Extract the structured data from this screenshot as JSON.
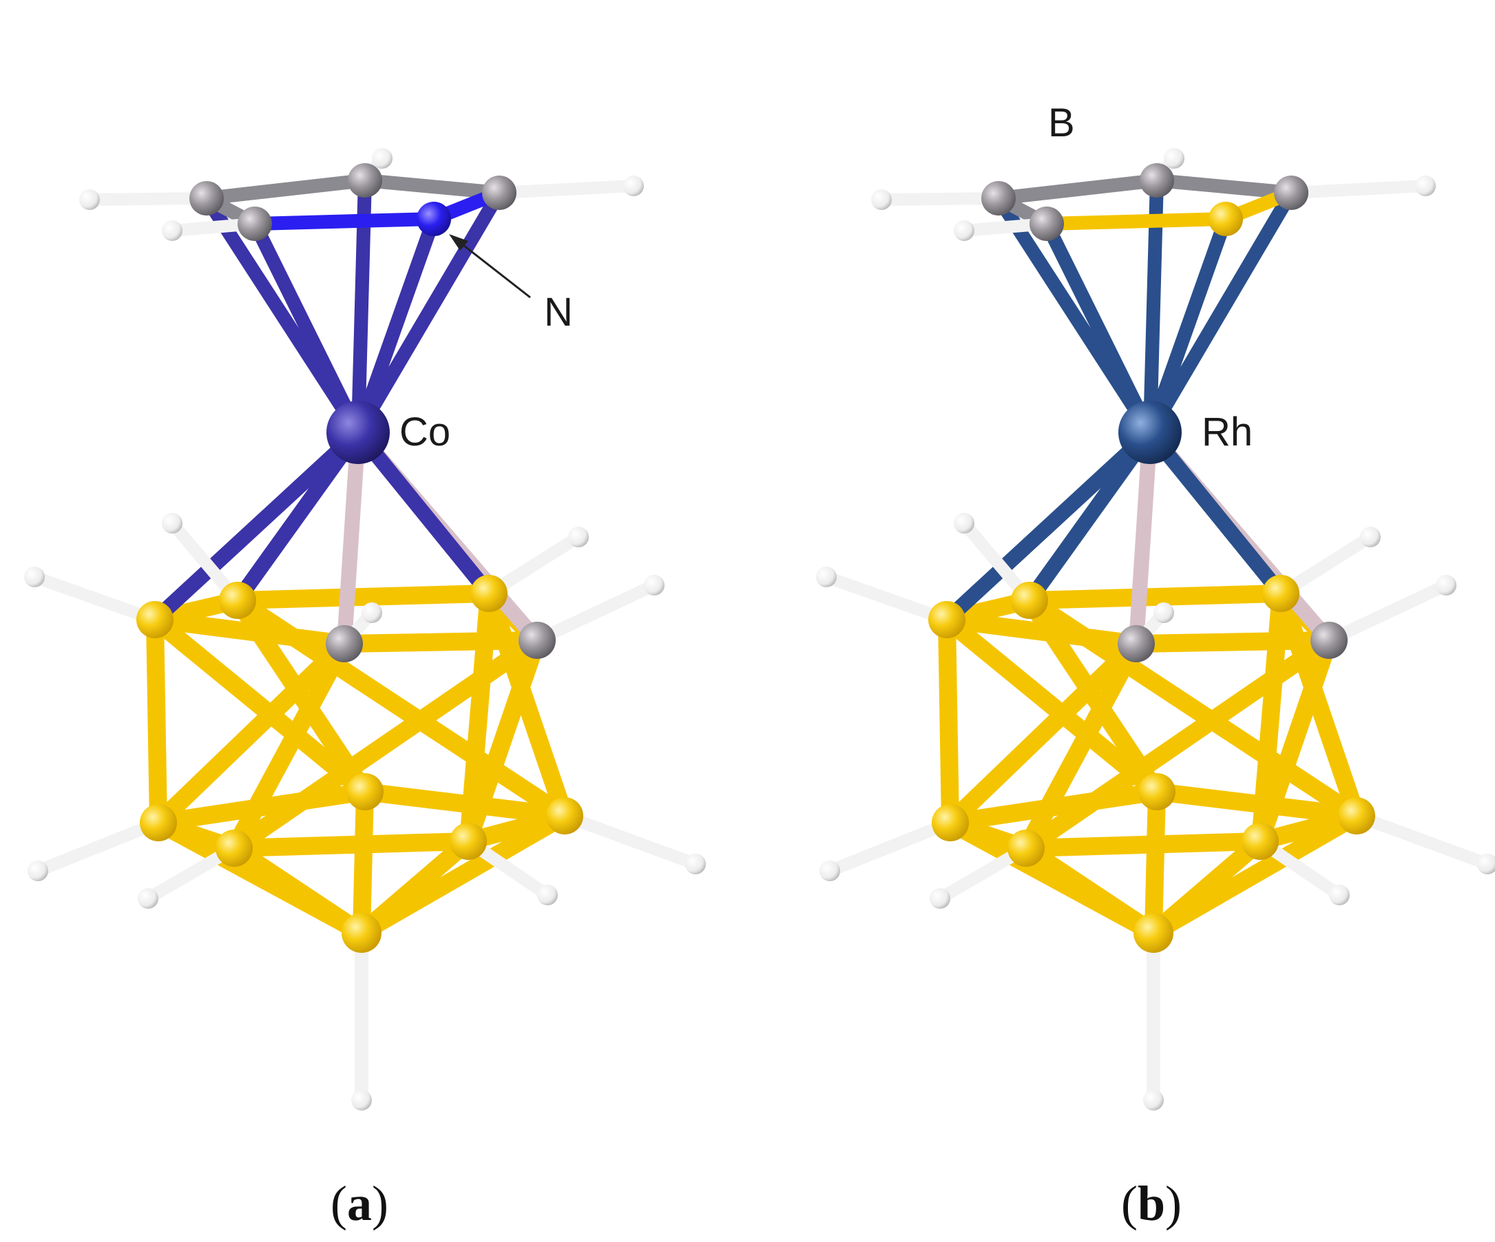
{
  "figure": {
    "panels": [
      {
        "id": "a",
        "caption_open": "(",
        "caption_letter": "a",
        "caption_close": ")",
        "metal_label": "Co",
        "hetero_label": "N",
        "metal_color": "#3b33a8",
        "hetero_color": "#2a1ff0"
      },
      {
        "id": "b",
        "caption_open": "(",
        "caption_letter": "b",
        "caption_close": ")",
        "metal_label": "Rh",
        "hetero_label": "B",
        "metal_color": "#2a4f8c",
        "hetero_color": "#f5c400"
      }
    ],
    "colors": {
      "boron": "#f5c400",
      "carbon": "#8a8a90",
      "hydrogen": "#f2f2f2",
      "bond_pink": "#d8c0c8"
    }
  }
}
